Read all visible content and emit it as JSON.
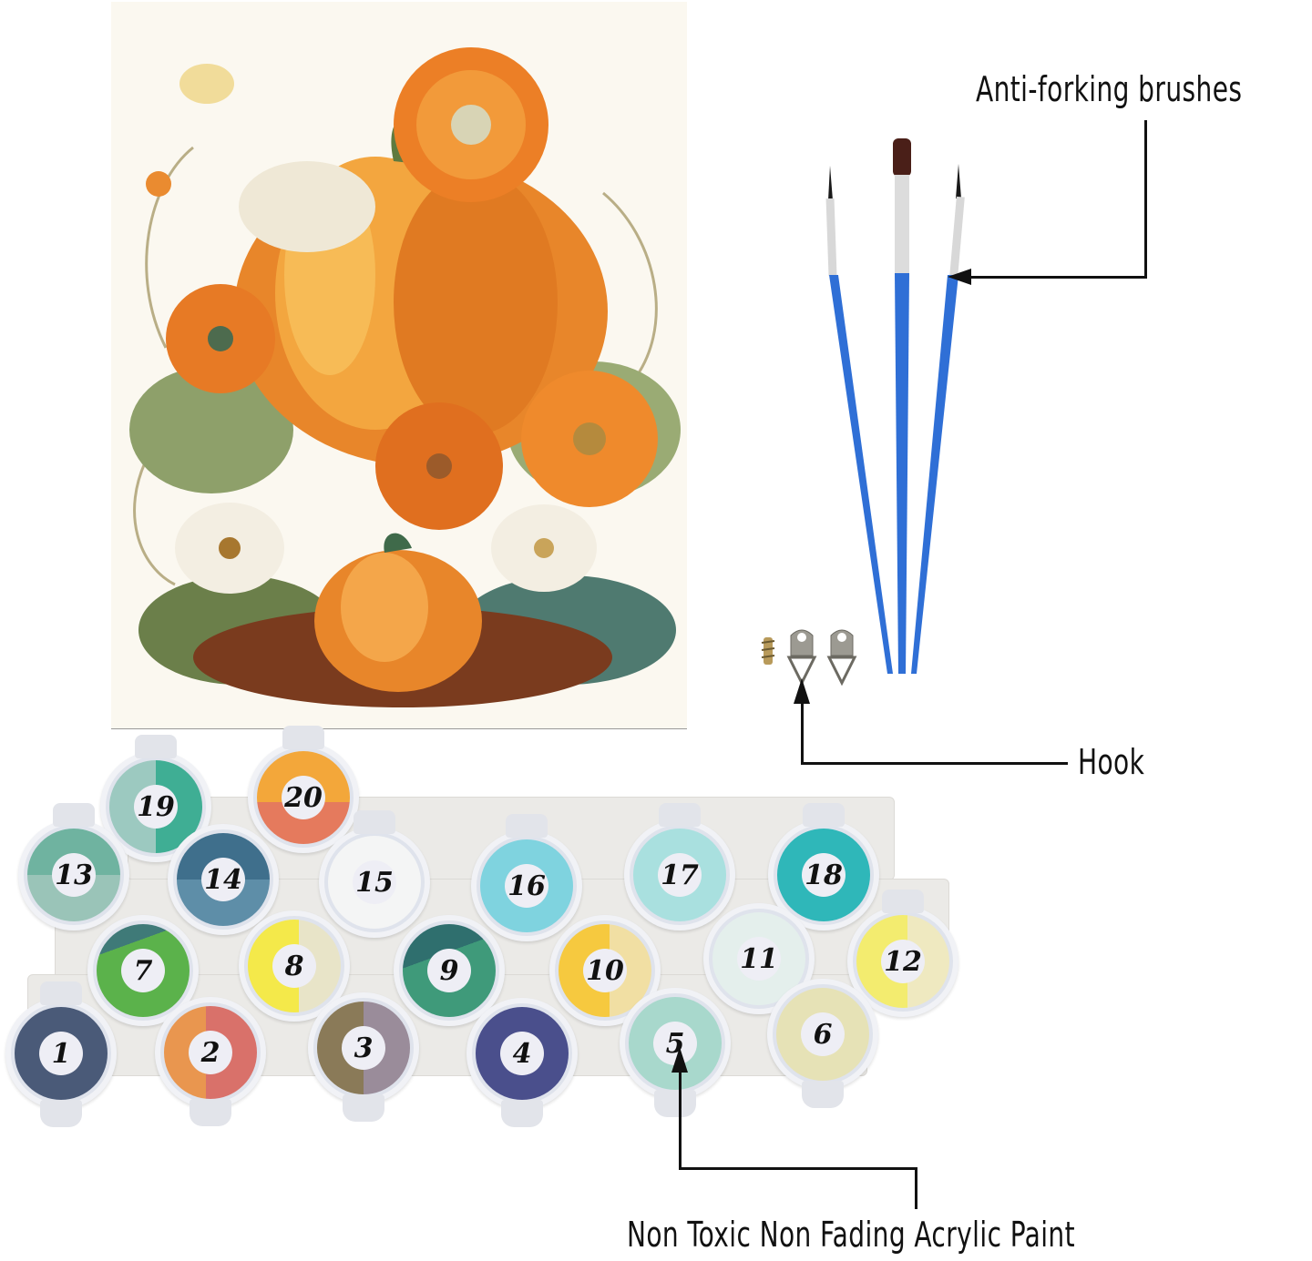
{
  "labels": {
    "brushes": "Anti-forking brushes",
    "hook": "Hook",
    "paint": "Non Toxic Non Fading Acrylic Paint"
  },
  "canvas": {
    "subject": "Pumpkin and autumn flowers painting"
  },
  "brushes": {
    "count": 3,
    "handle_color": "#2f6fd6",
    "bristle_colors": [
      "#1a1a1a",
      "#4a1f18",
      "#1a1a1a"
    ]
  },
  "hooks": {
    "count": 2,
    "screw_count": 1
  },
  "paint_pots": [
    {
      "number": "19",
      "color": "#3fae94",
      "color2": "#9cc9c0"
    },
    {
      "number": "20",
      "color": "#f3a73a",
      "color2": "#e57a5d"
    },
    {
      "number": "13",
      "color": "#6fb3a0",
      "color2": "#9ac4b8"
    },
    {
      "number": "14",
      "color": "#3f6f8c",
      "color2": "#5e8ea8"
    },
    {
      "number": "15",
      "color": "#f4f5f5",
      "color2": "#e9ecef"
    },
    {
      "number": "16",
      "color": "#7fd3df",
      "color2": "#a9e0e7"
    },
    {
      "number": "17",
      "color": "#a9e0df",
      "color2": "#c7ebe9"
    },
    {
      "number": "18",
      "color": "#2fb7b9",
      "color2": "#55c6c7"
    },
    {
      "number": "7",
      "color": "#5bb24b",
      "color2": "#3f7a78"
    },
    {
      "number": "8",
      "color": "#f4e94a",
      "color2": "#e8e4c8"
    },
    {
      "number": "9",
      "color": "#3f9a7a",
      "color2": "#2f6f6e"
    },
    {
      "number": "10",
      "color": "#f6c93f",
      "color2": "#f1dfa3"
    },
    {
      "number": "11",
      "color": "#e4efec",
      "color2": "#eef3f1"
    },
    {
      "number": "12",
      "color": "#f3ec6f",
      "color2": "#efe9c0"
    },
    {
      "number": "1",
      "color": "#4a5a78",
      "color2": "#39475f"
    },
    {
      "number": "2",
      "color": "#d9716a",
      "color2": "#e9964f"
    },
    {
      "number": "3",
      "color": "#8a7a58",
      "color2": "#9a8c9a"
    },
    {
      "number": "4",
      "color": "#4a4f8c",
      "color2": "#3a3f74"
    },
    {
      "number": "5",
      "color": "#a8d8cc",
      "color2": "#c7e6e0"
    },
    {
      "number": "6",
      "color": "#e6e2b6",
      "color2": "#d8d29c"
    }
  ]
}
